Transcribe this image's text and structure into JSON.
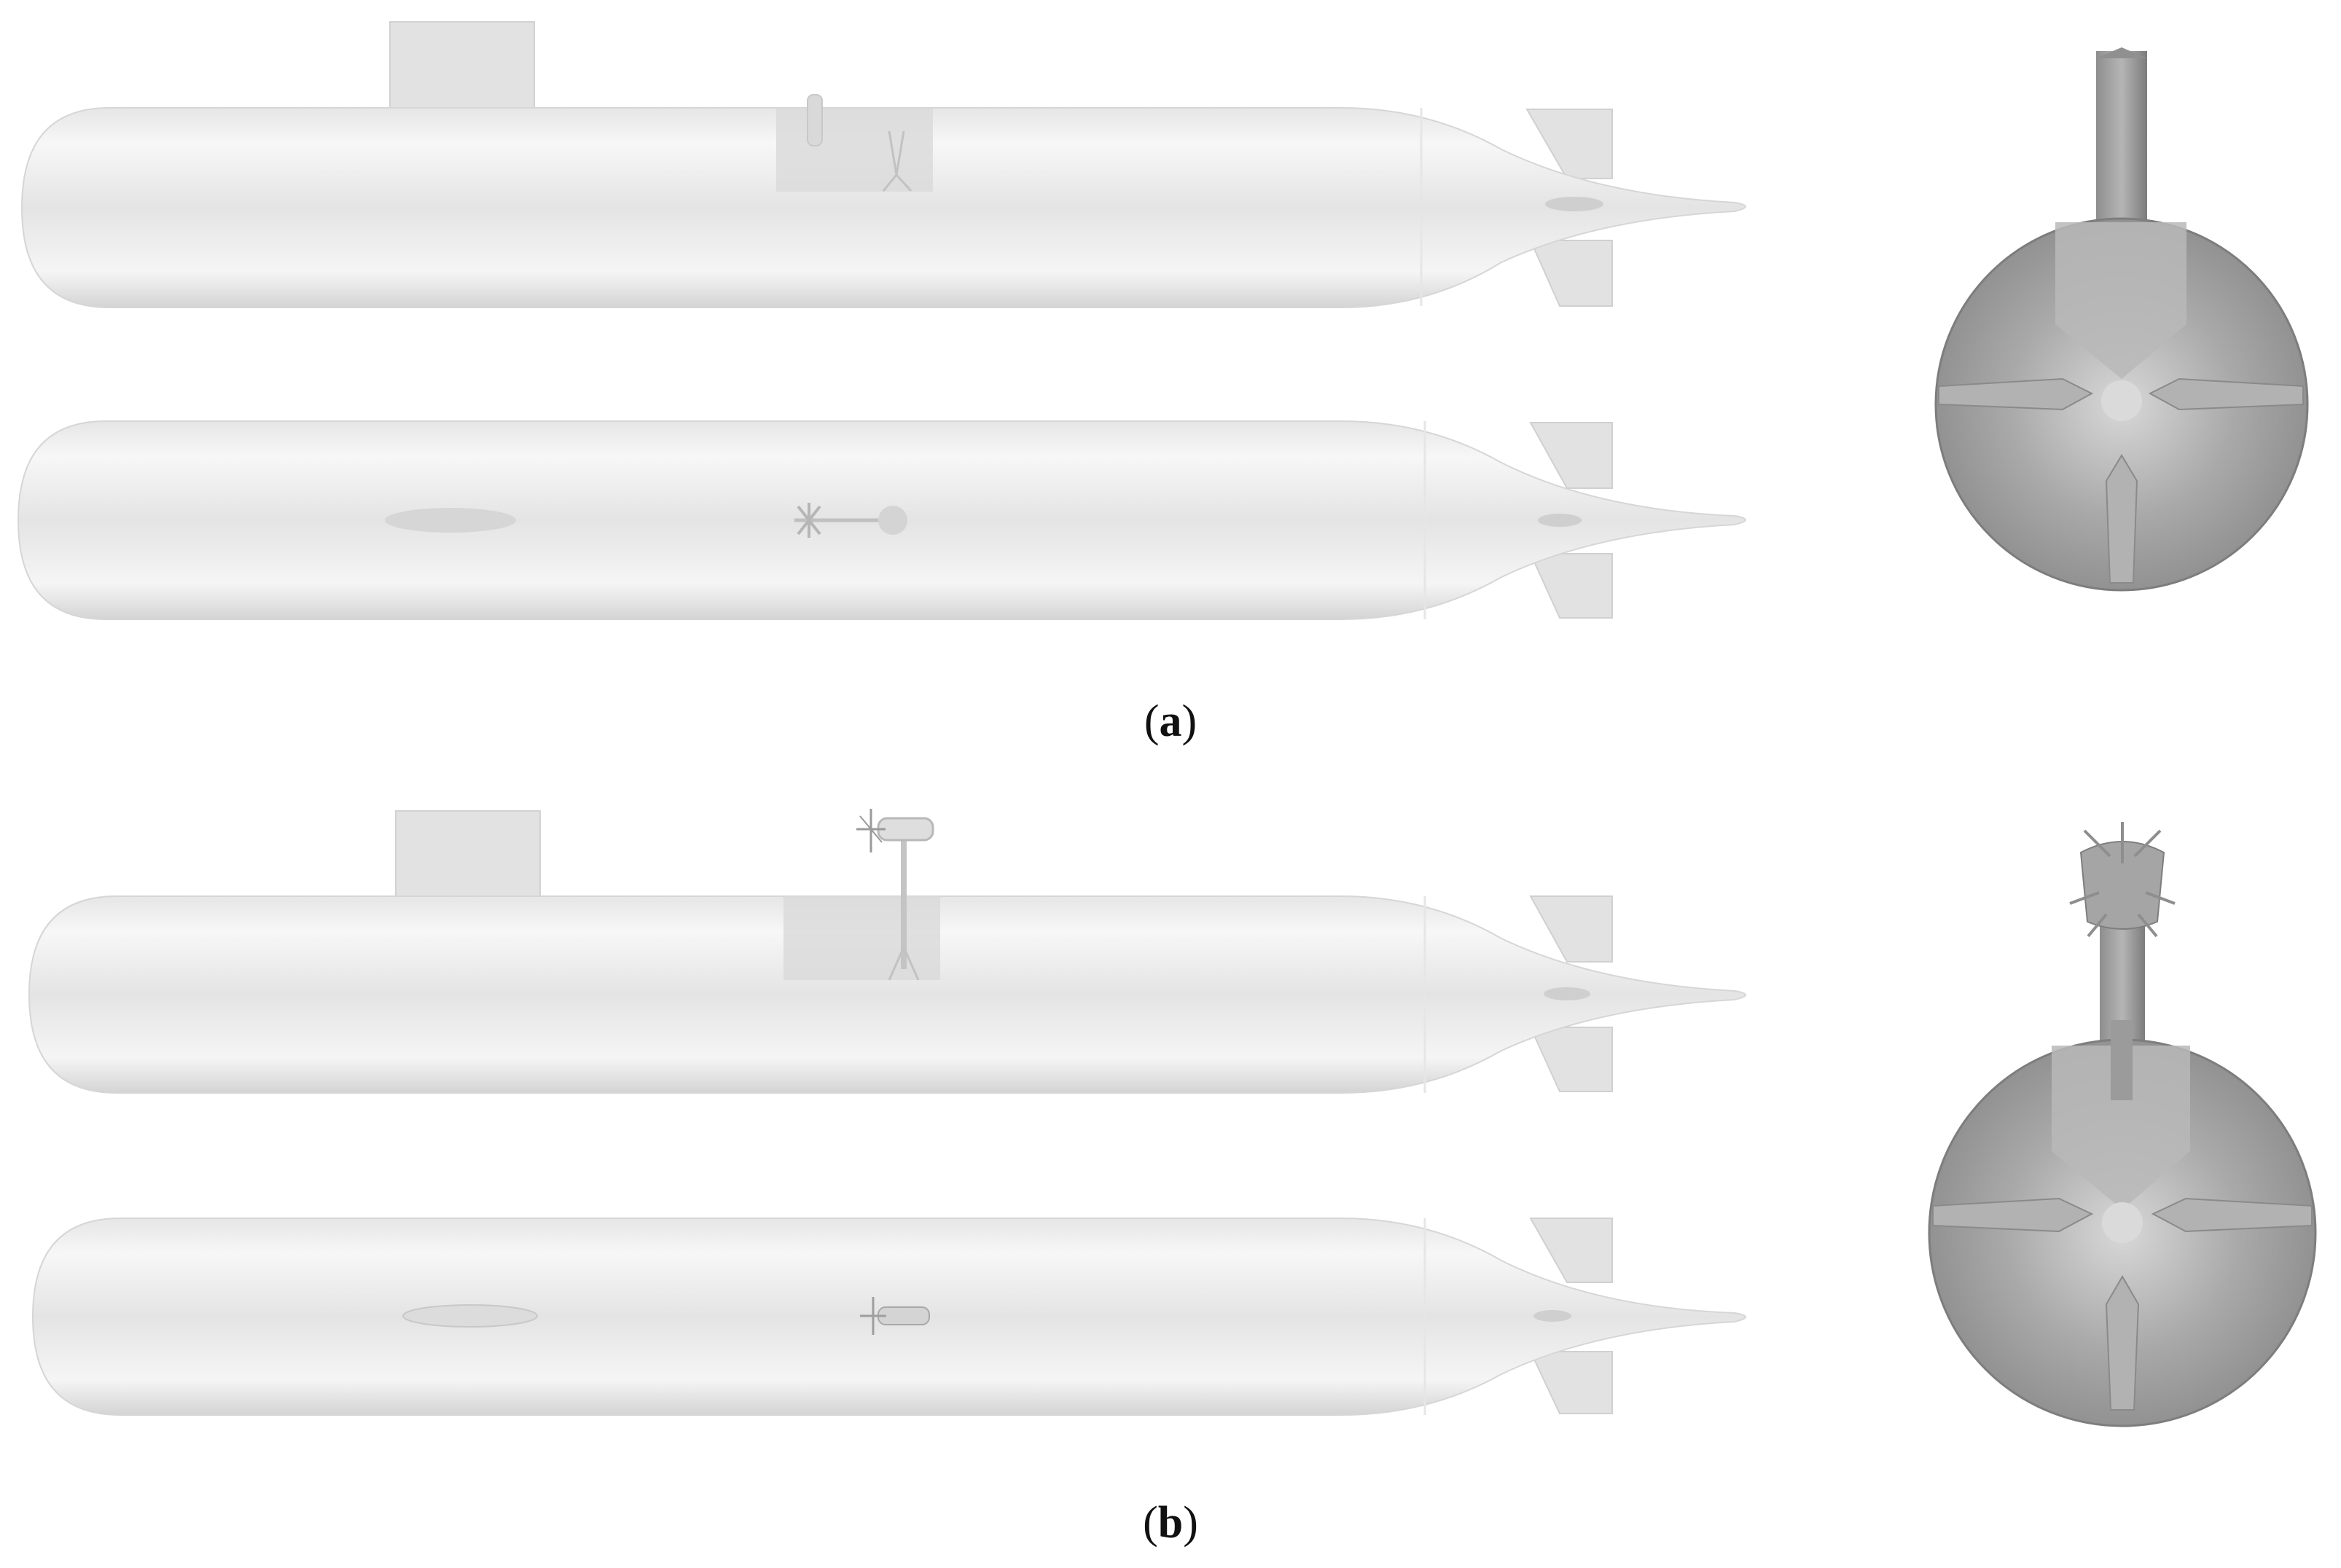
{
  "captions": {
    "a": {
      "open": "(",
      "letter": "a",
      "close": ")"
    },
    "b": {
      "open": "(",
      "letter": "b",
      "close": ")"
    }
  },
  "colors": {
    "hull_light": "#f2f2f2",
    "hull_mid": "#e1e1e1",
    "hull_dark": "#cfcfcf",
    "fin": "#e4e4e4",
    "front_disc_light": "#c8c8c8",
    "front_disc_dark": "#8a8a8a",
    "mast": "#9a9a9a"
  },
  "panels": [
    {
      "id": "a",
      "rotor_deployed": false
    },
    {
      "id": "b",
      "rotor_deployed": true
    }
  ]
}
